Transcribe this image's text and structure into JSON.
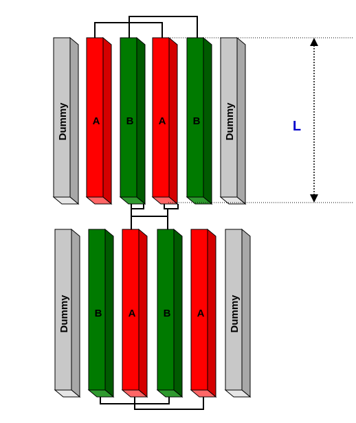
{
  "diagram": {
    "top_row": {
      "columns": [
        {
          "label": "Dummy",
          "kind": "dummy"
        },
        {
          "label": "A",
          "kind": "red"
        },
        {
          "label": "B",
          "kind": "green"
        },
        {
          "label": "A",
          "kind": "red"
        },
        {
          "label": "B",
          "kind": "green"
        },
        {
          "label": "Dummy",
          "kind": "dummy"
        }
      ]
    },
    "bottom_row": {
      "columns": [
        {
          "label": "Dummy",
          "kind": "dummy"
        },
        {
          "label": "B",
          "kind": "green"
        },
        {
          "label": "A",
          "kind": "red"
        },
        {
          "label": "B",
          "kind": "green"
        },
        {
          "label": "A",
          "kind": "red"
        },
        {
          "label": "Dummy",
          "kind": "dummy"
        }
      ]
    },
    "dimension_label": "L",
    "colors": {
      "red_face": "#ff0000",
      "red_side": "#d40000",
      "red_top": "#ff6666",
      "green_face": "#007a00",
      "green_side": "#005a00",
      "green_top": "#2f9a2f",
      "dummy_face": "#c8c8c8",
      "dummy_side": "#a8a8a8",
      "dummy_top": "#e6e6e6",
      "outline": "#000000",
      "dimension_color": "#0000cc"
    }
  }
}
